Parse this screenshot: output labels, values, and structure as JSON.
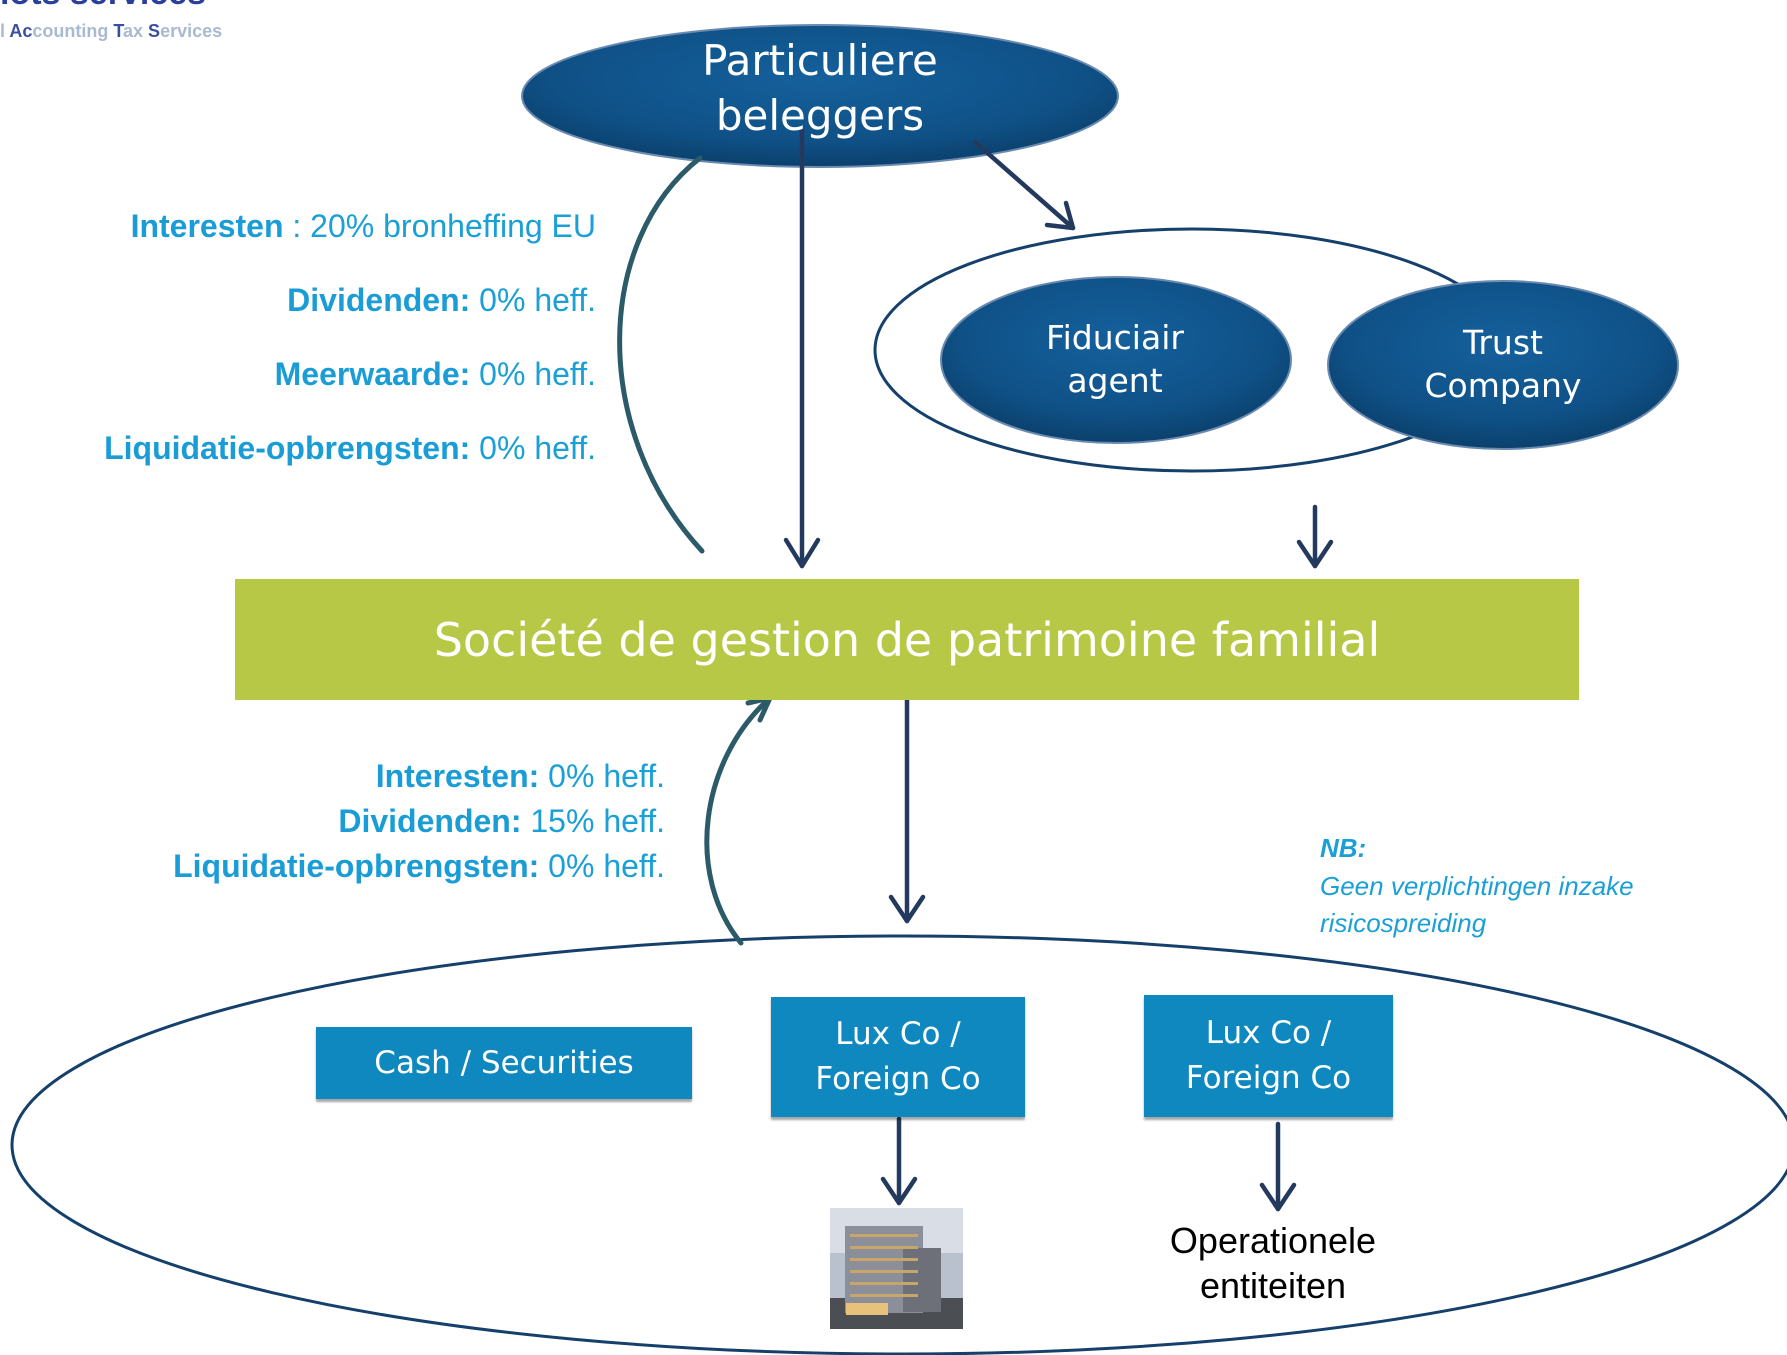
{
  "logo": {
    "name": "lots services",
    "tagline_parts": [
      {
        "text": "l ",
        "highlight": false
      },
      {
        "text": "Ac",
        "highlight": true
      },
      {
        "text": "counting ",
        "highlight": false
      },
      {
        "text": "T",
        "highlight": true
      },
      {
        "text": "ax ",
        "highlight": false
      },
      {
        "text": "S",
        "highlight": true
      },
      {
        "text": "ervices",
        "highlight": false
      }
    ]
  },
  "investors": {
    "line1": "Particuliere",
    "line2": "beleggers"
  },
  "intermediaries": {
    "fiduciair": {
      "line1": "Fiduciair",
      "line2": "agent"
    },
    "trust": {
      "line1": "Trust",
      "line2": "Company"
    }
  },
  "holding": {
    "label": "Société de gestion de patrimoine familial"
  },
  "upper_taxes": [
    {
      "label": "Interesten",
      "value": " : 20% bronheffing EU"
    },
    {
      "label": "Dividenden:",
      "value": " 0% heff."
    },
    {
      "label": "Meerwaarde:",
      "value": " 0% heff."
    },
    {
      "label": "Liquidatie-opbrengsten:",
      "value": " 0% heff."
    }
  ],
  "lower_taxes": [
    {
      "label": "Interesten:",
      "value": " 0% heff."
    },
    {
      "label": "Dividenden:",
      "value": " 15% heff."
    },
    {
      "label": "Liquidatie-opbrengsten:",
      "value": " 0% heff."
    }
  ],
  "note": {
    "title": "NB:",
    "line1": "Geen verplichtingen inzake",
    "line2": "risicospreiding"
  },
  "assets": {
    "cash": "Cash / Securities",
    "luxco1": {
      "line1": "Lux Co /",
      "line2": "Foreign Co"
    },
    "luxco2": {
      "line1": "Lux Co /",
      "line2": "Foreign Co"
    },
    "operational": {
      "line1": "Operationele",
      "line2": "entiteiten"
    }
  },
  "icons": {
    "building": "building-photo-icon"
  },
  "colors": {
    "oval_blue": "#0f5187",
    "box_blue": "#0e88bf",
    "holding_green": "#b6c846",
    "tax_text": "#1a9fd6",
    "arrow_navy": "#233a5e",
    "arrow_teal": "#2b5a68",
    "logo_navy": "#2a3e9c"
  }
}
